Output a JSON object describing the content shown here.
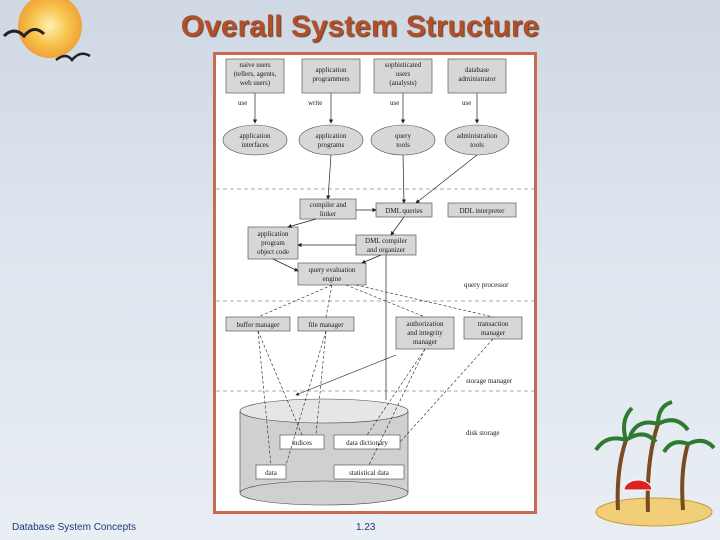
{
  "slide": {
    "title": "Overall System Structure",
    "footer_left": "Database System Concepts",
    "footer_page": "1.23"
  },
  "diagram": {
    "users": [
      {
        "id": "naive",
        "lines": [
          "naive users",
          "(tellers, agents,",
          "web users)"
        ],
        "action": "use"
      },
      {
        "id": "programmers",
        "lines": [
          "application",
          "programmers"
        ],
        "action": "write"
      },
      {
        "id": "sophisticated",
        "lines": [
          "sophisticated",
          "users",
          "(analysts)"
        ],
        "action": "use"
      },
      {
        "id": "dba",
        "lines": [
          "database",
          "administrator"
        ],
        "action": "use"
      }
    ],
    "tools": [
      {
        "id": "app-interfaces",
        "lines": [
          "application",
          "interfaces"
        ]
      },
      {
        "id": "app-programs",
        "lines": [
          "application",
          "programs"
        ]
      },
      {
        "id": "query-tools",
        "lines": [
          "query",
          "tools"
        ]
      },
      {
        "id": "admin-tools",
        "lines": [
          "administration",
          "tools"
        ]
      }
    ],
    "processor": {
      "compiler_linker": [
        "compiler and",
        "linker"
      ],
      "dml_queries": "DML queries",
      "ddl_interpreter": "DDL interpreter",
      "object_code": [
        "application",
        "program",
        "object code"
      ],
      "dml_compiler": [
        "DML compiler",
        "and organizer"
      ],
      "eval_engine": [
        "query evaluation",
        "engine"
      ],
      "label": "query processor"
    },
    "storage": {
      "buffer_manager": "buffer manager",
      "file_manager": "file manager",
      "auth_manager": [
        "authorization",
        "and integrity",
        "manager"
      ],
      "transaction_manager": [
        "transaction",
        "manager"
      ],
      "label": "storage manager"
    },
    "disk": {
      "indices": "indices",
      "data_dictionary": "data dictionary",
      "data": "data",
      "statistical_data": "statistical data",
      "label": "disk storage"
    }
  }
}
